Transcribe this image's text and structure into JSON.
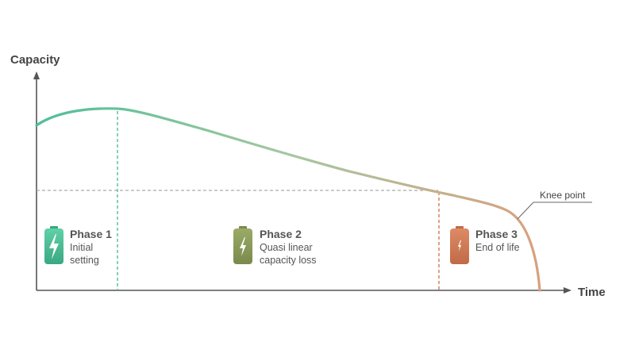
{
  "axes": {
    "y_label": "Capacity",
    "x_label": "Time"
  },
  "annotation": {
    "knee_label": "Knee point"
  },
  "phases": [
    {
      "title": "Phase 1",
      "desc_line1": "Initial",
      "desc_line2": "setting",
      "color": "#4dbf97",
      "icon": "battery-charging-icon"
    },
    {
      "title": "Phase 2",
      "desc_line1": "Quasi linear",
      "desc_line2": "capacity loss",
      "color": "#8a9a5b",
      "icon": "battery-charging-icon"
    },
    {
      "title": "Phase 3",
      "desc_line1": "End of life",
      "desc_line2": "",
      "color": "#d07a56",
      "icon": "battery-charging-icon"
    }
  ],
  "colors": {
    "curve_start": "#4dbf97",
    "curve_mid": "#a5c7a0",
    "curve_end": "#d9a07e",
    "axis": "#555555",
    "reference_line": "#aaaaaa"
  }
}
